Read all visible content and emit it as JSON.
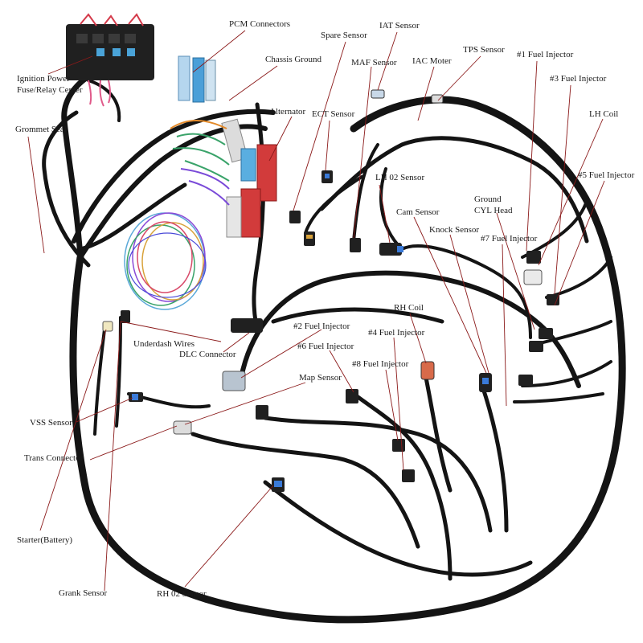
{
  "labels": {
    "ignition_power": "Ignition Power",
    "fuse_relay_center": "Fuse/Relay Center",
    "grommet_seal": "Grommet Seal",
    "pcm_connectors": "PCM Connectors",
    "chassis_ground": "Chassis Ground",
    "alternator": "Alternator",
    "spare_sensor": "Spare Sensor",
    "iat_sensor": "IAT Sensor",
    "maf_sensor": "MAF Sensor",
    "iac_motor": "IAC Moter",
    "tps_sensor": "TPS Sensor",
    "fuel_injector_1": "#1 Fuel Injector",
    "fuel_injector_3": "#3 Fuel Injector",
    "lh_coil": "LH Coil",
    "ect_sensor": "ECT Sensor",
    "fuel_injector_5": "#5 Fuel Injector",
    "lh_o2_sensor": "LH 02 Sensor",
    "ground": "Ground",
    "cyl_head": "CYL Head",
    "cam_sensor": "Cam Sensor",
    "knock_sensor": "Knock Sensor",
    "fuel_injector_7": "#7 Fuel Injector",
    "underdash_wires": "Underdash Wires",
    "dlc_connector": "DLC Connector",
    "rh_coil": "RH Coil",
    "fuel_injector_2": "#2 Fuel Injector",
    "fuel_injector_4": "#4 Fuel Injector",
    "fuel_injector_6": "#6 Fuel Injector",
    "fuel_injector_8": "#8 Fuel Injector",
    "map_sensor": "Map Sensor",
    "vss_sensor": "VSS Sensor",
    "trans_connector": "Trans Connector",
    "starter_battery": "Starter(Battery)",
    "crank_sensor": "Grank Sensor",
    "rh_o2_sensor": "RH 02 Sensor"
  },
  "colors": {
    "leader": "#8b1a1a",
    "harness": "#141414",
    "pcm_blue": "#4a9fd8",
    "pcm_red": "#d23b3b",
    "background": "#ffffff"
  }
}
